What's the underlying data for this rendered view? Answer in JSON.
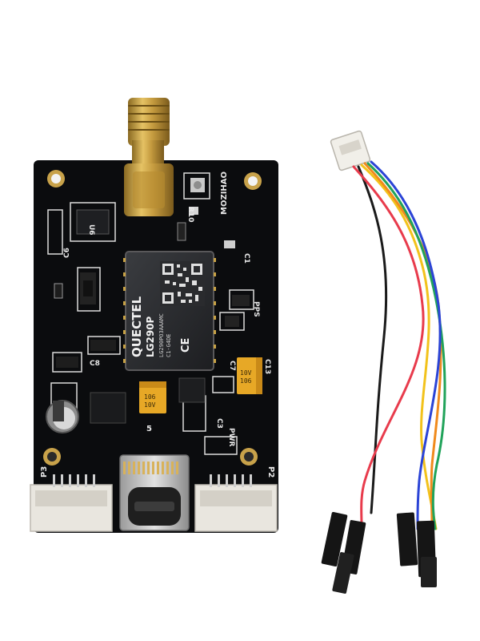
{
  "board": {
    "brand": "MOZIHAO",
    "module_maker": "QUECTEL",
    "module_model": "LG290P",
    "module_line1": "LG290PO3AAAMC",
    "module_line2": "C1-G4DE",
    "module_mark": "CE",
    "labels": {
      "p3": "P3",
      "p2": "P2",
      "pwr": "PWR",
      "pps": "PPS",
      "c13": "C13",
      "c7": "C7",
      "c8": "C8",
      "c6": "C6",
      "c1": "C1",
      "c3": "C3",
      "u6": "U6",
      "r10": "R10",
      "num5": "5"
    },
    "cap_left": [
      "106",
      "10V"
    ],
    "cap_right": [
      "10V",
      "106"
    ]
  },
  "colors": {
    "pcb": "#0b0c0e",
    "gold": "#c9a043",
    "connector": "#e9e6df",
    "wire_red": "#e83b4c",
    "wire_black": "#1a1a1a",
    "wire_yellow": "#f2c21b",
    "wire_green": "#21a35a",
    "wire_blue": "#2b44d6",
    "wire_orange": "#f08a1c"
  }
}
